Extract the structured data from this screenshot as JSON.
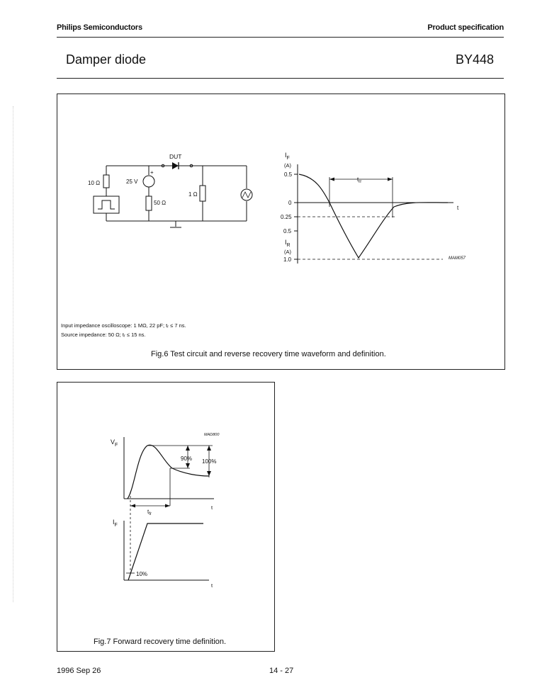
{
  "header": {
    "company": "Philips Semiconductors",
    "doc_type": "Product specification",
    "title": "Damper diode",
    "part_number": "BY448"
  },
  "figure6": {
    "circuit": {
      "dut_label": "DUT",
      "r1_label": "10 Ω",
      "source_label": "25 V",
      "plus_label": "+",
      "r2_label": "50 Ω",
      "r3_label": "1 Ω"
    },
    "waveform": {
      "y_top_label": "I",
      "y_top_sub": "F",
      "y_top_unit": "(A)",
      "y_bottom_label": "I",
      "y_bottom_sub": "R",
      "y_bottom_unit": "(A)",
      "tick_labels": [
        "0.5",
        "0",
        "0.25",
        "0.5",
        "1.0"
      ],
      "x_label": "t",
      "trr_label": "t",
      "trr_sub": "rr",
      "code": "MAM057"
    },
    "notes": [
      "Input impedance oscilloscope: 1 MΩ, 22 pF; tᵣ ≤ 7 ns.",
      "Source impedance: 50 Ω; tᵣ ≤ 15 ns."
    ],
    "caption": "Fig.6  Test circuit and reverse recovery time waveform and definition."
  },
  "figure7": {
    "code": "MAD800",
    "vf_label": "V",
    "vf_sub": "F",
    "if_label": "I",
    "if_sub": "F",
    "pct90": "90%",
    "pct100": "100%",
    "pct10": "10%",
    "t_label": "t",
    "tfr_label": "t",
    "tfr_sub": "fr",
    "caption": "Fig.7  Forward recovery time definition."
  },
  "footer": {
    "date": "1996 Sep 26",
    "page": "14 - 27"
  }
}
